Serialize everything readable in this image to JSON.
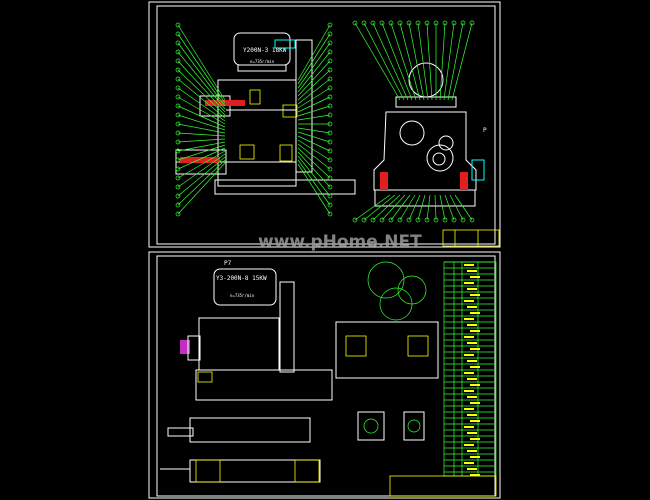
{
  "watermark": "www.pHome.NET",
  "sheet_top": {
    "motor_label": "Y200N-3  18KW",
    "motor_speed": "n=735r/min",
    "side_view_marker": "P"
  },
  "sheet_bottom": {
    "motor_label": "Y3-200N-8  15KW",
    "motor_speed": "n=735r/min",
    "marker": "P7"
  },
  "colors": {
    "background": "#000000",
    "frame": "#ffffff",
    "leaders": "#33ff33",
    "hatch": "#ffff00",
    "accent": "#e02020",
    "highlight": "#00ffff"
  }
}
